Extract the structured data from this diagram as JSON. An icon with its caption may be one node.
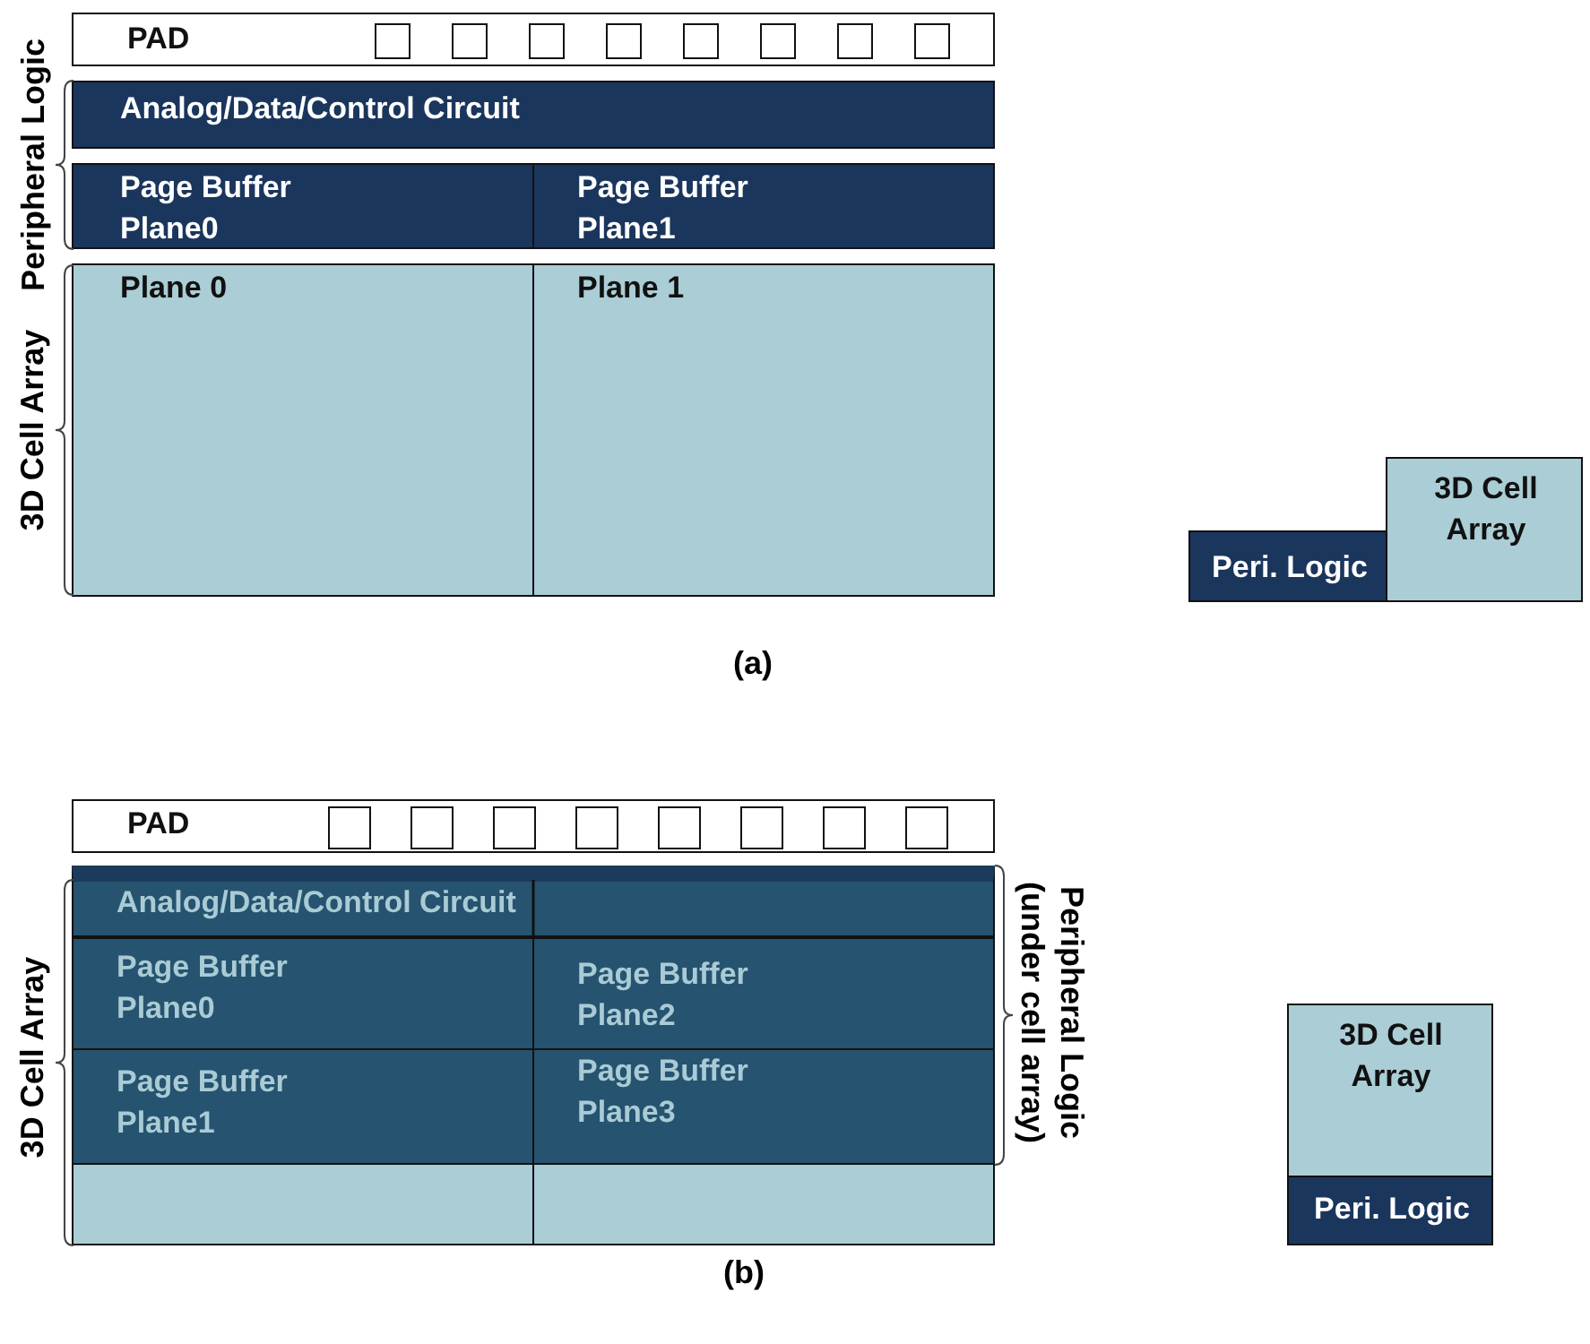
{
  "diagram": {
    "nodes": [
      {
        "text": [
          "PAD"
        ]
      },
      {
        "text": [],
        "shape": "box",
        "in": 0
      },
      {
        "text": [],
        "shape": "box",
        "in": 0
      },
      {
        "text": [],
        "shape": "box",
        "in": 0
      },
      {
        "text": [],
        "shape": "box",
        "in": 0
      },
      {
        "text": [],
        "shape": "box",
        "in": 0
      },
      {
        "text": [],
        "shape": "box",
        "in": 0
      },
      {
        "text": [],
        "shape": "box",
        "in": 0
      },
      {
        "text": [],
        "shape": "box",
        "in": 0
      },
      {
        "text": [
          "Analog/Data/Control Circuit"
        ]
      },
      {
        "text": [
          "Page Buffer Plane0"
        ]
      },
      {
        "text": [
          "Page Buffer Plane1"
        ]
      },
      {
        "text": [
          "Plane 0"
        ]
      },
      {
        "text": [
          "Plane 1"
        ]
      },
      {
        "text": [
          "3D Cell Array"
        ]
      },
      {
        "text": [
          "Peri. Logic"
        ]
      },
      {
        "text": [
          "PAD"
        ]
      },
      {
        "text": [],
        "shape": "box",
        "in": 16
      },
      {
        "text": [],
        "shape": "box",
        "in": 16
      },
      {
        "text": [],
        "shape": "box",
        "in": 16
      },
      {
        "text": [],
        "shape": "box",
        "in": 16
      },
      {
        "text": [],
        "shape": "box",
        "in": 16
      },
      {
        "text": [],
        "shape": "box",
        "in": 16
      },
      {
        "text": [],
        "shape": "box",
        "in": 16
      },
      {
        "text": [],
        "shape": "box",
        "in": 16
      },
      {
        "text": [
          "Analog/Data/Control Circuit"
        ]
      },
      {
        "text": [
          "Page Buffer Plane0"
        ]
      },
      {
        "text": [
          "Page Buffer Plane2"
        ]
      },
      {
        "text": [
          "Page Buffer Plane1"
        ]
      },
      {
        "text": [
          "Page Buffer Plane3"
        ]
      },
      {
        "text": [],
        "shape": "box"
      },
      {
        "text": [],
        "shape": "box"
      },
      {
        "text": [
          "3D Cell Array"
        ]
      },
      {
        "text": [
          "Peri. Logic"
        ]
      }
    ],
    "edges": [],
    "labels": [
      "Peripheral Logic",
      "3D Cell Array",
      "(a)",
      "3D Cell Array",
      "Peripheral Logic (under cell array)",
      "(b)"
    ]
  }
}
